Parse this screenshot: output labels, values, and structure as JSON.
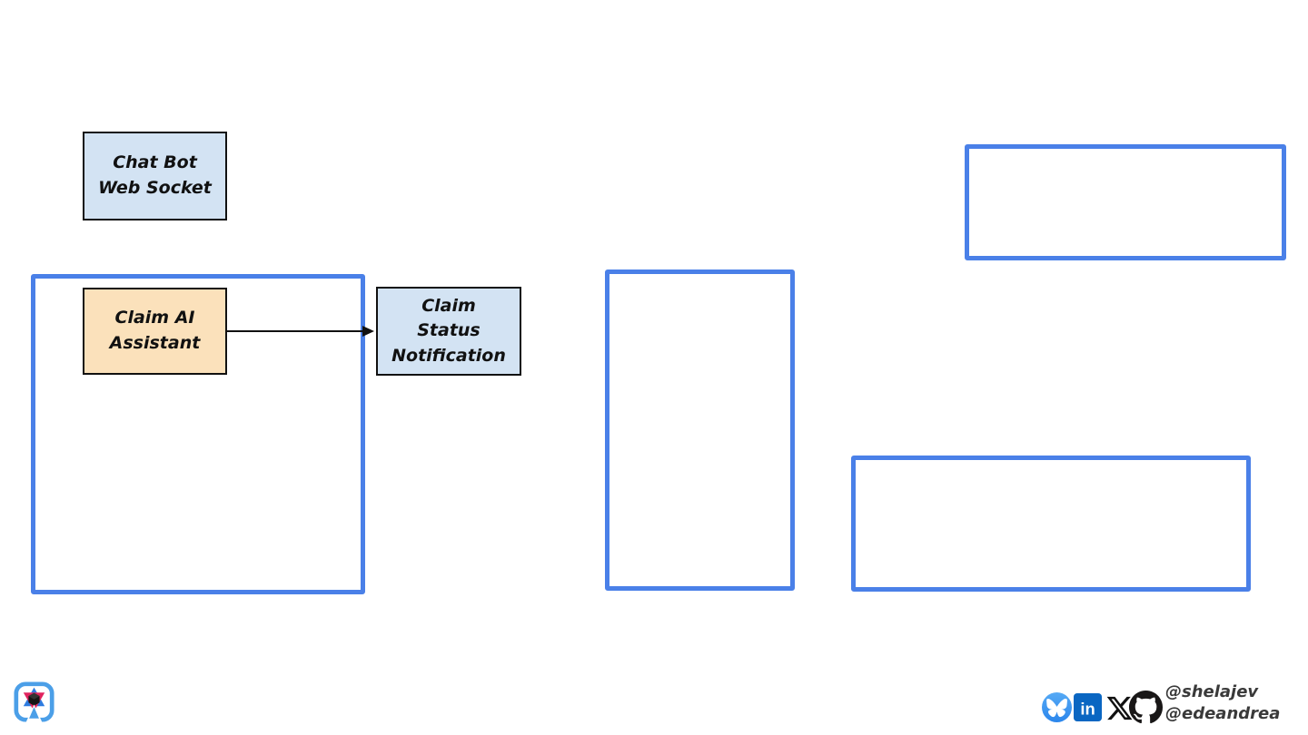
{
  "slide": {
    "background_color": "#ffffff",
    "diagram": {
      "nodes": [
        {
          "id": "chat-bot-web-socket",
          "label": "Chat Bot\nWeb Socket",
          "fill": "#d3e3f3",
          "border": "#111111"
        },
        {
          "id": "claim-ai-assistant",
          "label": "Claim AI\nAssistant",
          "fill": "#fbe1bb",
          "border": "#111111"
        },
        {
          "id": "claim-status-notification",
          "label": "Claim\nStatus\nNotification",
          "fill": "#d3e3f3",
          "border": "#111111"
        }
      ],
      "connectors": [
        {
          "from": "claim-ai-assistant",
          "to": "claim-status-notification",
          "style": "solid-arrow",
          "color": "#111111"
        }
      ],
      "empty_containers": [
        {
          "id": "left-group"
        },
        {
          "id": "middle-group"
        },
        {
          "id": "top-right-group"
        },
        {
          "id": "bottom-right-group"
        }
      ],
      "container_border_color": "#4a80e8"
    },
    "footer": {
      "logo": {
        "name": "testcontainers-logo",
        "square_color": "#4b9fe8",
        "star_blue": "#2e7ce0",
        "star_crimson": "#e1245e",
        "cube_color": "#161616"
      },
      "social": [
        {
          "icon": "bluesky-icon",
          "color": "#3d9af0"
        },
        {
          "icon": "linkedin-icon",
          "color": "#0a66c2",
          "glyph": "in"
        },
        {
          "icon": "x-icon",
          "color": "#111111"
        },
        {
          "icon": "github-icon",
          "color": "#191717"
        }
      ],
      "handles": {
        "line1": "@shelajev",
        "line2": "@edeandrea",
        "color": "#3a3a3a"
      }
    }
  }
}
